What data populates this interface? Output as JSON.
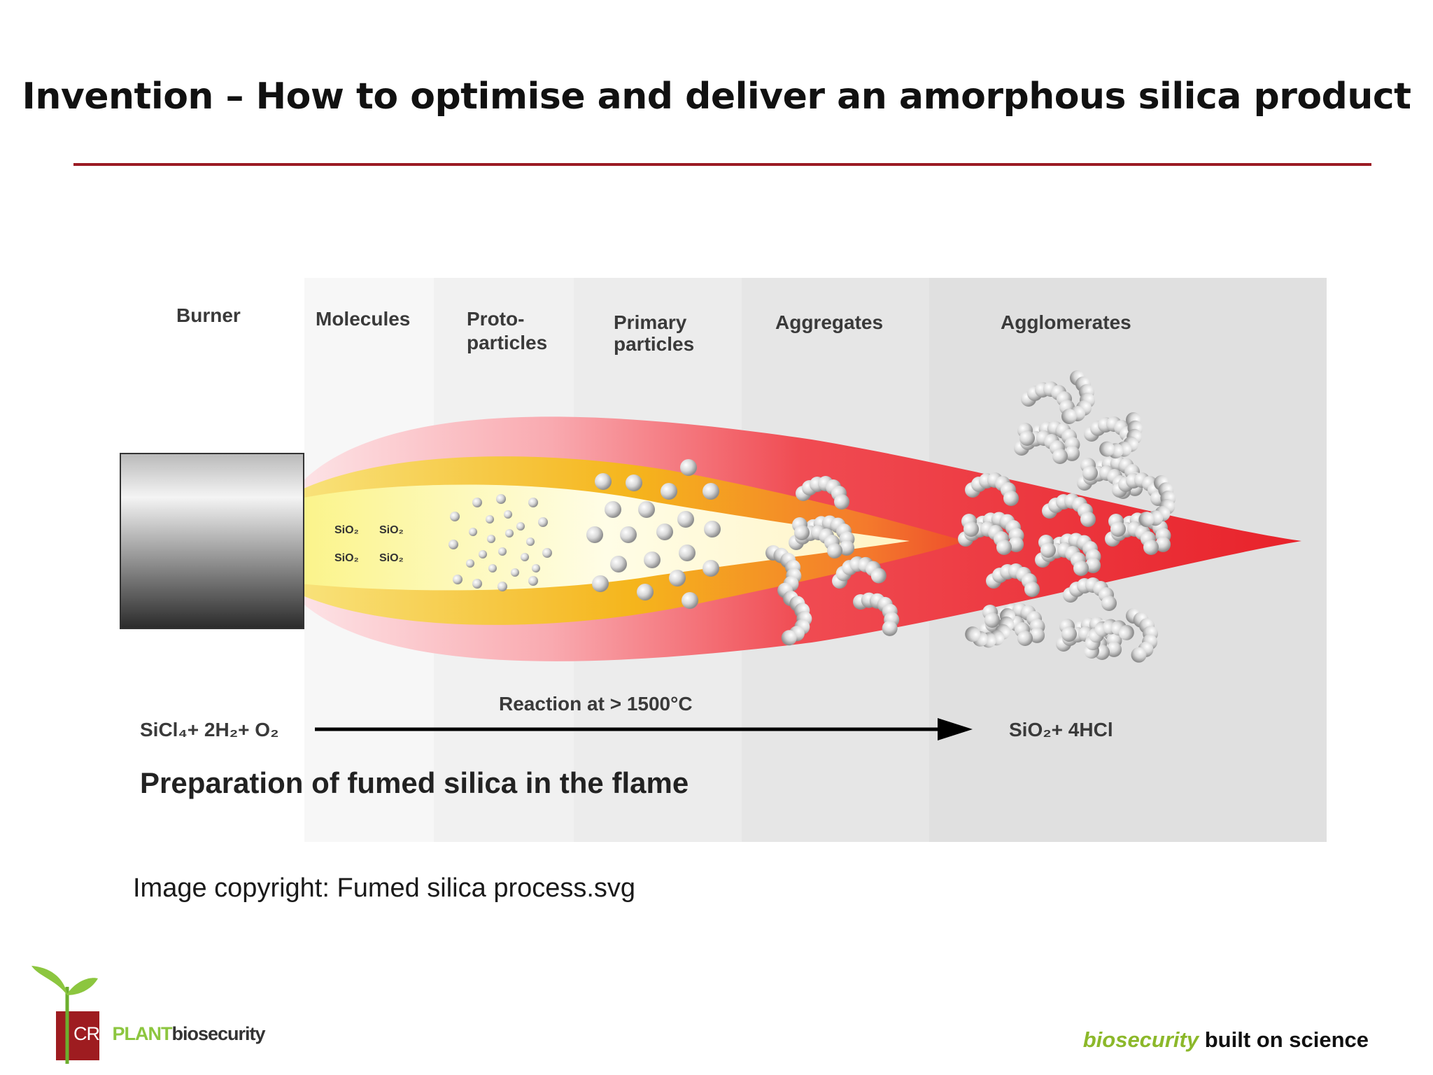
{
  "slide": {
    "title": "Invention – How to optimise and deliver an amorphous silica product",
    "caption": "Image copyright: Fumed silica process.svg"
  },
  "diagram": {
    "stage_labels": {
      "burner": "Burner",
      "molecules": "Molecules",
      "proto_line1": "Proto-",
      "proto_line2": "particles",
      "primary_line1": "Primary",
      "primary_line2": "particles",
      "aggregates": "Aggregates",
      "agglomerates": "Agglomerates"
    },
    "molecule_label": "SiO₂",
    "reaction_label": "Reaction at > 1500°C",
    "reactants": "SiCl₄+ 2H₂+ O₂",
    "products": "SiO₂+ 4HCl",
    "heading": "Preparation of fumed silica in the flame"
  },
  "footer": {
    "logo_crc": "CRC",
    "logo_plant": "PLANT",
    "logo_bio": "biosecurity",
    "tagline_italic": "biosecurity",
    "tagline_rest": " built on science"
  },
  "colors": {
    "accent_rule": "#9b1b24",
    "brand_green": "#8cc63f",
    "flame_outer": "#e8222a",
    "flame_mid": "#f5b51c",
    "flame_core": "#fffbd0"
  }
}
